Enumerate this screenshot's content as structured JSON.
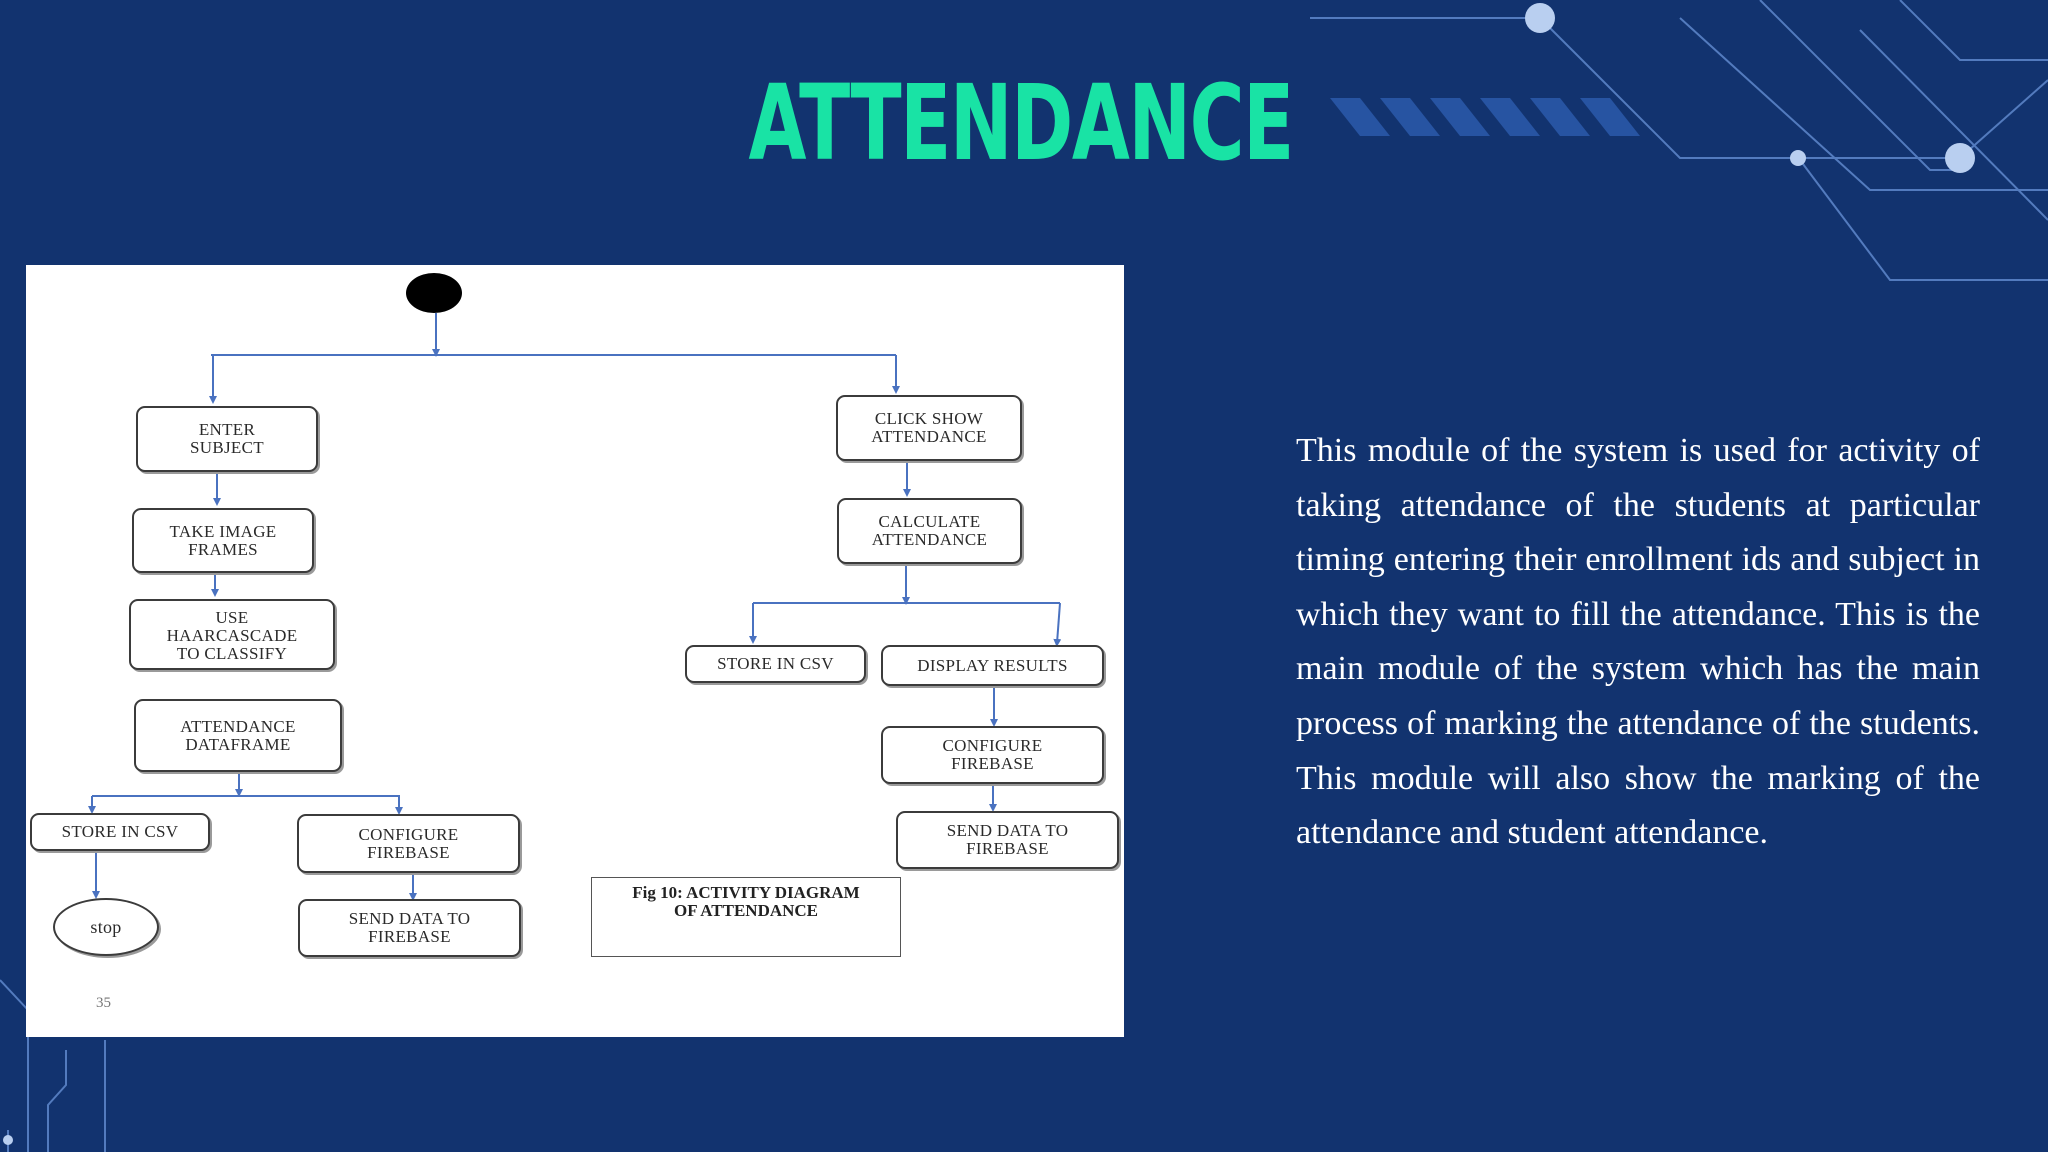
{
  "title": "ATTENDANCE",
  "description": "This module of the system is used for activity of taking attendance of the students at particular timing entering their enrollment ids and subject in which they want to fill the attendance. This is the main module of the system which has the main process of marking the attendance of the students. This module will also show the marking of the attendance and student attendance.",
  "diagram": {
    "nodes": {
      "enter_subject": "ENTER\nSUBJECT",
      "take_image_frames": "TAKE IMAGE\nFRAMES",
      "use_haarcascade": "USE\nHAARCASCADE\nTO CLASSIFY",
      "attendance_dataframe": "ATTENDANCE\nDATAFRAME",
      "store_in_csv_left": "STORE IN CSV",
      "stop": "stop",
      "configure_firebase_left": "CONFIGURE\nFIREBASE",
      "send_data_left": "SEND DATA TO\nFIREBASE",
      "click_show_attendance": "CLICK SHOW\nATTENDANCE",
      "calculate_attendance": "CALCULATE\nATTENDANCE",
      "store_in_csv_right": "STORE IN CSV",
      "display_results": "DISPLAY RESULTS",
      "configure_firebase_right": "CONFIGURE\nFIREBASE",
      "send_data_right": "SEND DATA TO\nFIREBASE"
    },
    "caption": "Fig 10: ACTIVITY DIAGRAM\nOF ATTENDANCE",
    "page_number": "35"
  },
  "colors": {
    "background": "#12336f",
    "title": "#19e3a5",
    "connector": "#4a72c0"
  }
}
